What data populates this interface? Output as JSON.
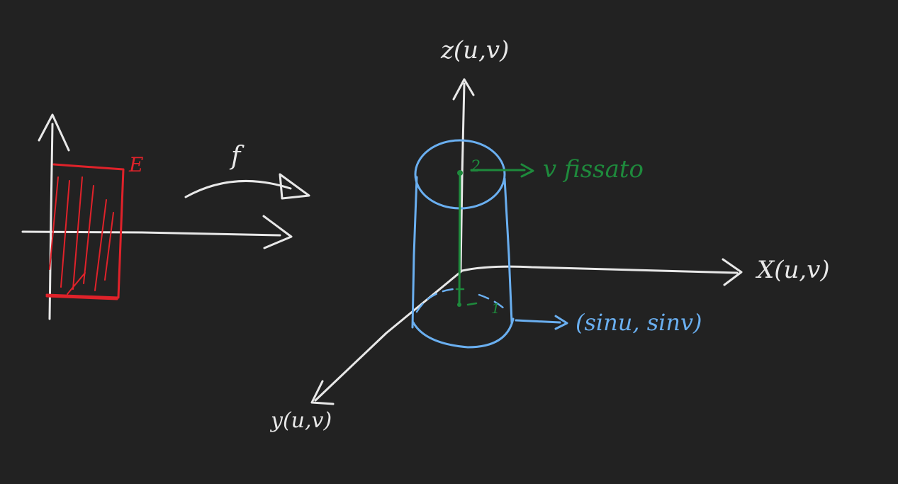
{
  "colors": {
    "background": "#222222",
    "ink": "#e8e8e8",
    "red": "#e0222a",
    "blue": "#6aaff0",
    "green": "#1e8a3c"
  },
  "labels": {
    "region_E": "E",
    "map_f": "f",
    "axis_z": "z(u,v)",
    "axis_x": "X(u,v)",
    "axis_y": "y(u,v)",
    "mark_top": "2",
    "mark_bottom": "1",
    "fixed_v": "v fissato",
    "circle_param": "(sinu, sinv)"
  }
}
